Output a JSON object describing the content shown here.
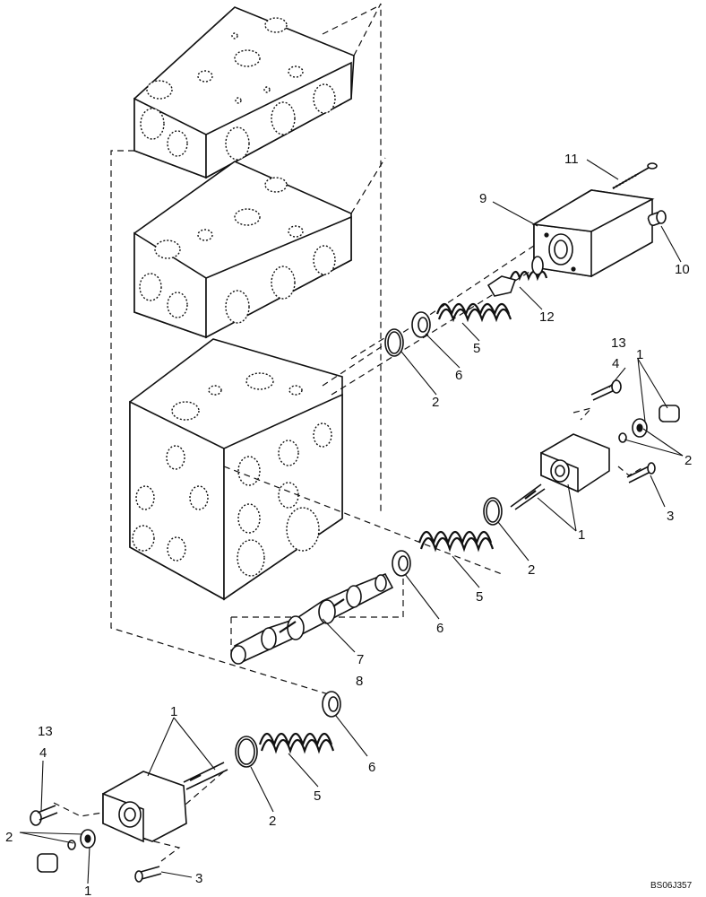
{
  "figure": {
    "reference_code": "BS06J357",
    "line_color": "#111111",
    "background_color": "#ffffff"
  },
  "callouts": {
    "c1a": "1",
    "c1b": "1",
    "c1c": "1",
    "c1d": "1",
    "c2a": "2",
    "c2b": "2",
    "c2c": "2",
    "c2d": "2",
    "c2e": "2",
    "c3a": "3",
    "c3b": "3",
    "c4a": "4",
    "c4b": "4",
    "c5a": "5",
    "c5b": "5",
    "c5c": "5",
    "c6a": "6",
    "c6b": "6",
    "c6c": "6",
    "c7": "7",
    "c8": "8",
    "c9": "9",
    "c10": "10",
    "c11": "11",
    "c12": "12",
    "c13a": "13",
    "c13b": "13"
  }
}
